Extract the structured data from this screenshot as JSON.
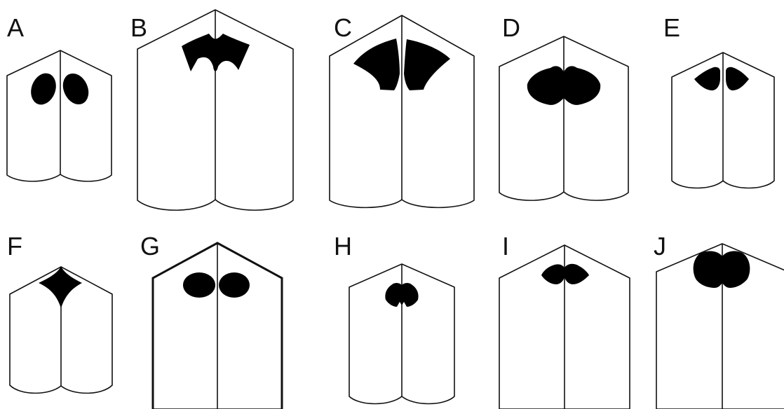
{
  "colors": {
    "outline": "#111111",
    "fill": "#000000",
    "background": "#ffffff"
  },
  "panels": [
    {
      "label": "A",
      "mark": "two-oval-lobes"
    },
    {
      "label": "B",
      "mark": "bowtie-lobes"
    },
    {
      "label": "C",
      "mark": "wide-wing-lobes"
    },
    {
      "label": "D",
      "mark": "rounded-double-lobe"
    },
    {
      "label": "E",
      "mark": "small-paired-lobes"
    },
    {
      "label": "F",
      "mark": "diamond-cross"
    },
    {
      "label": "G",
      "mark": "two-round-lobes"
    },
    {
      "label": "H",
      "mark": "small-butterfly"
    },
    {
      "label": "I",
      "mark": "moustache-lobes"
    },
    {
      "label": "J",
      "mark": "heart-lobe"
    }
  ]
}
